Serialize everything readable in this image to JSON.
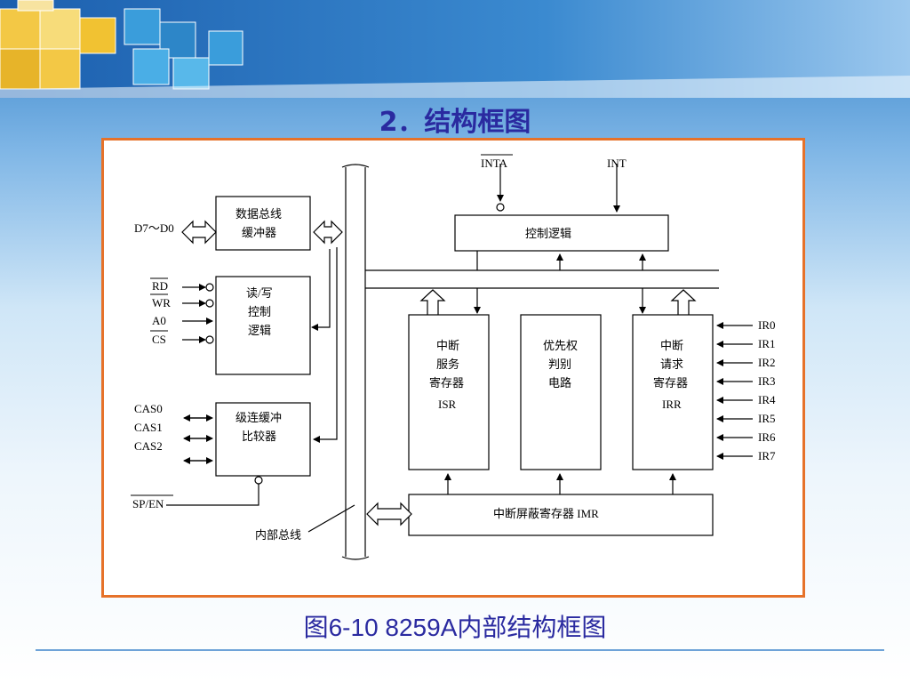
{
  "slide": {
    "title": "2．结构框图",
    "caption": "图6-10   8259A内部结构框图"
  },
  "diagram": {
    "inta": "INTA",
    "int": "INT",
    "data_bus_buffer": [
      "数据总线",
      "缓冲器"
    ],
    "data_pins": "D7～D0",
    "control_logic": "控制逻辑",
    "rw_control": [
      "读/写",
      "控制",
      "逻辑"
    ],
    "rw_pins": [
      "RD",
      "WR",
      "A0",
      "CS"
    ],
    "cascade": [
      "级连缓冲",
      "比较器"
    ],
    "cas_pins": [
      "CAS0",
      "CAS1",
      "CAS2"
    ],
    "sp_en": "SP/EN",
    "internal_bus": "内部总线",
    "isr": [
      "中断",
      "服务",
      "寄存器",
      "ISR"
    ],
    "priority": [
      "优先权",
      "判别",
      "电路"
    ],
    "irr": [
      "中断",
      "请求",
      "寄存器",
      "IRR"
    ],
    "ir_pins": [
      "IR0",
      "IR1",
      "IR2",
      "IR3",
      "IR4",
      "IR5",
      "IR6",
      "IR7"
    ],
    "imr": "中断屏蔽寄存器   IMR"
  },
  "colors": {
    "frame": "#e6722a",
    "title": "#2a2aa0"
  }
}
